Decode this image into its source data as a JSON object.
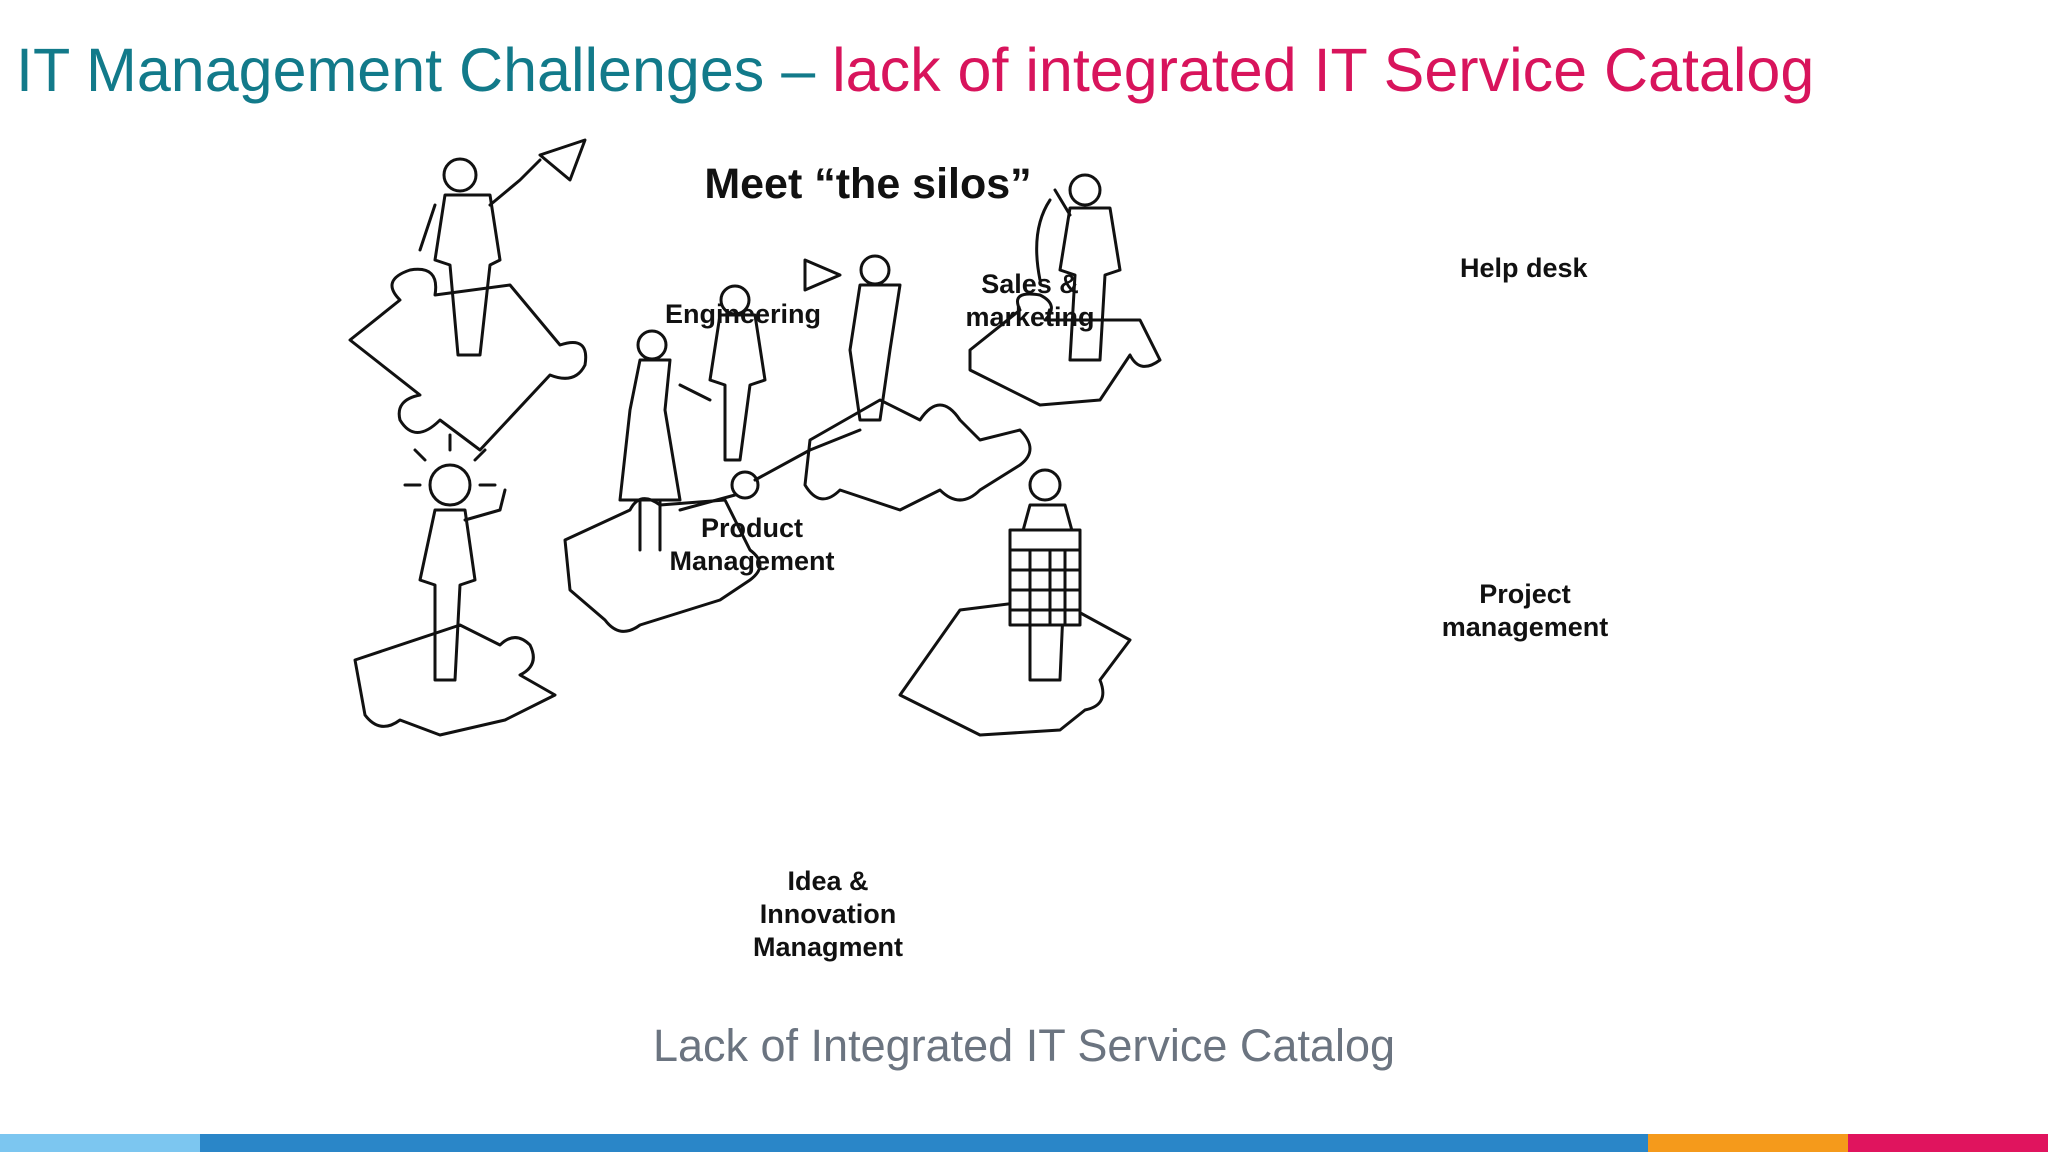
{
  "slide": {
    "title_main": "IT Management Challenges",
    "title_sep": " – ",
    "title_accent": "lack of integrated IT Service Catalog",
    "caption": "Lack of Integrated IT Service Catalog"
  },
  "illustration": {
    "heading": "Meet “the silos”",
    "silos": [
      {
        "id": "engineering",
        "label": "Engineering"
      },
      {
        "id": "sales",
        "label": "Sales &\nmarketing"
      },
      {
        "id": "helpdesk",
        "label": "Help desk"
      },
      {
        "id": "product",
        "label": "Product\nManagement"
      },
      {
        "id": "project",
        "label": "Project\nmanagement"
      },
      {
        "id": "idea",
        "label": "Idea &\nInnovation\nManagment"
      }
    ]
  },
  "colors": {
    "title_teal": "#127a8a",
    "title_pink": "#d8145c",
    "caption_gray": "#6b7480",
    "bar_light_blue": "#7cc6f0",
    "bar_blue": "#2a86c8",
    "bar_orange": "#f59a1b",
    "bar_pink": "#e0145e"
  }
}
